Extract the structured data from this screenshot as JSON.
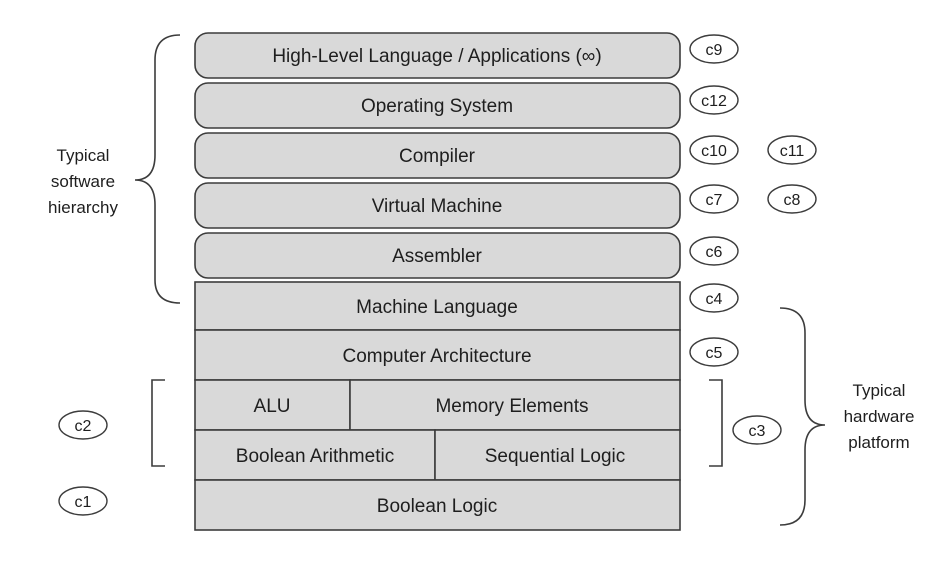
{
  "software_layers": [
    {
      "label": "High-Level Language / Applications (∞)",
      "badges": [
        "c9"
      ]
    },
    {
      "label": "Operating System",
      "badges": [
        "c12"
      ]
    },
    {
      "label": "Compiler",
      "badges": [
        "c10",
        "c11"
      ]
    },
    {
      "label": "Virtual Machine",
      "badges": [
        "c7",
        "c8"
      ]
    },
    {
      "label": "Assembler",
      "badges": [
        "c6"
      ]
    }
  ],
  "hardware_layers": {
    "machine_language": {
      "label": "Machine Language",
      "badge": "c4"
    },
    "computer_architecture": {
      "label": "Computer Architecture",
      "badge": "c5"
    },
    "alu": "ALU",
    "memory_elements": "Memory Elements",
    "boolean_arithmetic": "Boolean Arithmetic",
    "sequential_logic": "Sequential Logic",
    "boolean_logic": "Boolean Logic"
  },
  "side_badges": {
    "c2": "c2",
    "c1": "c1",
    "c3": "c3"
  },
  "software_hierarchy_label": [
    "Typical",
    "software",
    "hierarchy"
  ],
  "hardware_platform_label": [
    "Typical",
    "hardware",
    "platform"
  ],
  "colors": {
    "box_fill": "#d9d9d9",
    "stroke": "#3c3c3c",
    "text": "#1e1e1e"
  }
}
